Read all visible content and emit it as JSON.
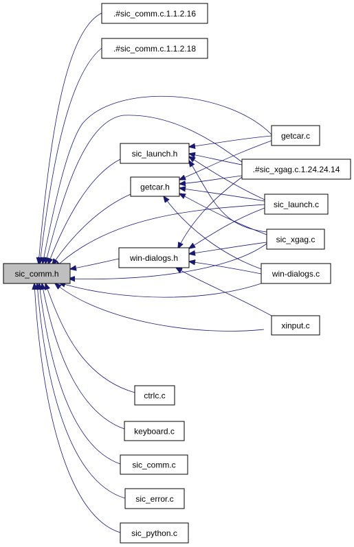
{
  "colors": {
    "edge": "#191970",
    "node_fill": "#ffffff",
    "root_fill": "#bfbfbf",
    "border": "#000000"
  },
  "nodes": [
    {
      "id": "sic_comm_h",
      "label": "sic_comm.h",
      "root": true
    },
    {
      "id": "sic_comm_c_16",
      "label": ".#sic_comm.c.1.1.2.16"
    },
    {
      "id": "sic_comm_c_18",
      "label": ".#sic_comm.c.1.1.2.18"
    },
    {
      "id": "sic_launch_h",
      "label": "sic_launch.h"
    },
    {
      "id": "getcar_h",
      "label": "getcar.h"
    },
    {
      "id": "win_dialogs_h",
      "label": "win-dialogs.h"
    },
    {
      "id": "getcar_c",
      "label": "getcar.c"
    },
    {
      "id": "sic_xgag_c_24",
      "label": ".#sic_xgag.c.1.24.24.14"
    },
    {
      "id": "sic_launch_c",
      "label": "sic_launch.c"
    },
    {
      "id": "sic_xgag_c",
      "label": "sic_xgag.c"
    },
    {
      "id": "win_dialogs_c",
      "label": "win-dialogs.c"
    },
    {
      "id": "xinput_c",
      "label": "xinput.c"
    },
    {
      "id": "ctrlc_c",
      "label": "ctrlc.c"
    },
    {
      "id": "keyboard_c",
      "label": "keyboard.c"
    },
    {
      "id": "sic_comm_c",
      "label": "sic_comm.c"
    },
    {
      "id": "sic_error_c",
      "label": "sic_error.c"
    },
    {
      "id": "sic_python_c",
      "label": "sic_python.c"
    }
  ],
  "edges": [
    {
      "from": "sic_comm_c_16",
      "to": "sic_comm_h"
    },
    {
      "from": "sic_comm_c_18",
      "to": "sic_comm_h"
    },
    {
      "from": "getcar_c",
      "to": "sic_comm_h"
    },
    {
      "from": "sic_xgag_c_24",
      "to": "sic_comm_h"
    },
    {
      "from": "sic_launch_h",
      "to": "sic_comm_h"
    },
    {
      "from": "getcar_h",
      "to": "sic_comm_h"
    },
    {
      "from": "sic_launch_c",
      "to": "sic_comm_h"
    },
    {
      "from": "win_dialogs_h",
      "to": "sic_comm_h"
    },
    {
      "from": "sic_xgag_c",
      "to": "sic_comm_h"
    },
    {
      "from": "win_dialogs_c",
      "to": "sic_comm_h"
    },
    {
      "from": "xinput_c",
      "to": "sic_comm_h"
    },
    {
      "from": "ctrlc_c",
      "to": "sic_comm_h"
    },
    {
      "from": "keyboard_c",
      "to": "sic_comm_h"
    },
    {
      "from": "sic_comm_c",
      "to": "sic_comm_h"
    },
    {
      "from": "sic_error_c",
      "to": "sic_comm_h"
    },
    {
      "from": "sic_python_c",
      "to": "sic_comm_h"
    },
    {
      "from": "getcar_c",
      "to": "sic_launch_h"
    },
    {
      "from": "sic_xgag_c_24",
      "to": "sic_launch_h"
    },
    {
      "from": "sic_launch_c",
      "to": "sic_launch_h"
    },
    {
      "from": "sic_xgag_c",
      "to": "sic_launch_h"
    },
    {
      "from": "getcar_c",
      "to": "getcar_h"
    },
    {
      "from": "sic_xgag_c_24",
      "to": "getcar_h"
    },
    {
      "from": "sic_launch_c",
      "to": "getcar_h"
    },
    {
      "from": "sic_xgag_c",
      "to": "getcar_h"
    },
    {
      "from": "win_dialogs_c",
      "to": "getcar_h"
    },
    {
      "from": "sic_xgag_c_24",
      "to": "win_dialogs_h"
    },
    {
      "from": "sic_launch_c",
      "to": "win_dialogs_h"
    },
    {
      "from": "sic_xgag_c",
      "to": "win_dialogs_h"
    },
    {
      "from": "win_dialogs_c",
      "to": "win_dialogs_h"
    },
    {
      "from": "xinput_c",
      "to": "win_dialogs_h"
    }
  ]
}
